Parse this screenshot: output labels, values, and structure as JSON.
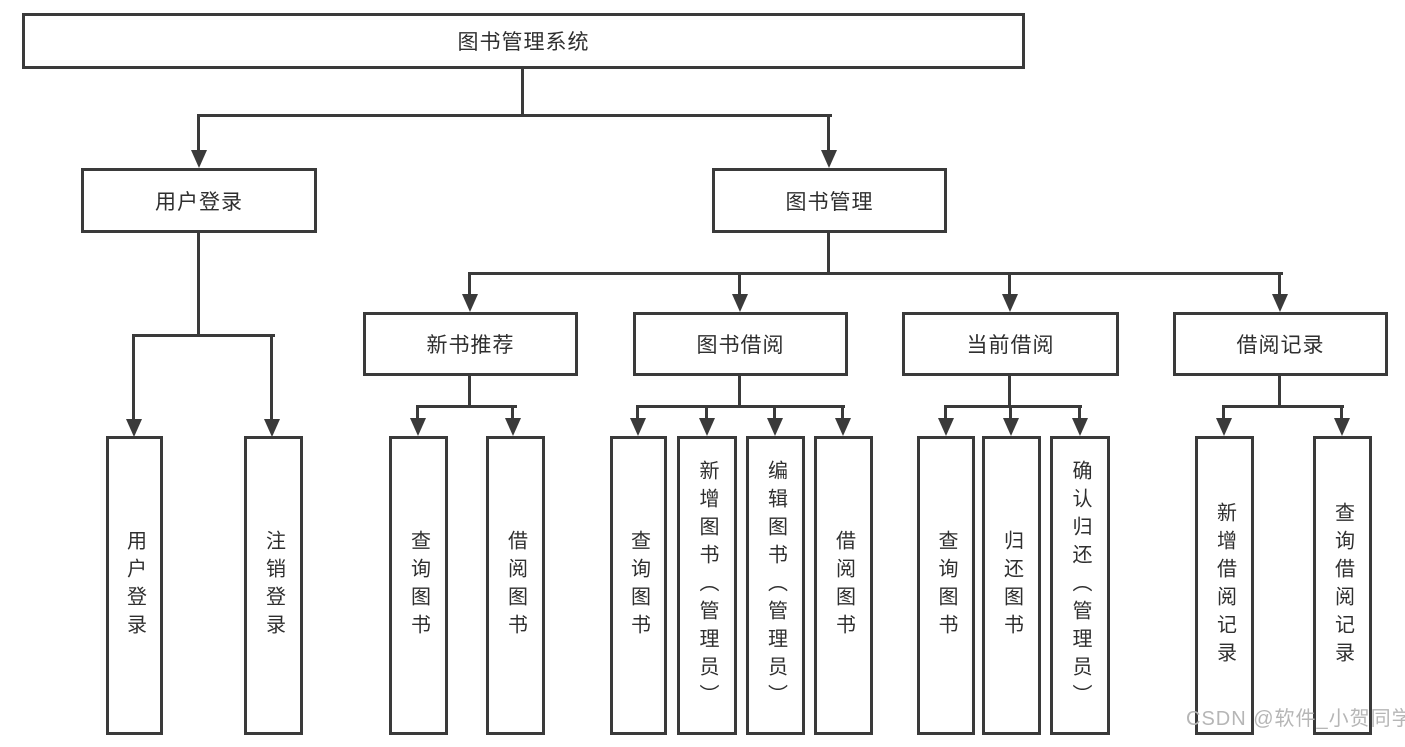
{
  "root": {
    "label": "图书管理系统"
  },
  "level2": {
    "user_login": {
      "label": "用户登录"
    },
    "book_mgmt": {
      "label": "图书管理"
    }
  },
  "level3": {
    "new_book_rec": {
      "label": "新书推荐"
    },
    "book_borrow": {
      "label": "图书借阅"
    },
    "current_borrow": {
      "label": "当前借阅"
    },
    "borrow_records": {
      "label": "借阅记录"
    }
  },
  "leaves": {
    "user_login": [
      "用户登录",
      "注销登录"
    ],
    "new_book_rec": [
      "查询图书",
      "借阅图书"
    ],
    "book_borrow": [
      "查询图书",
      "新增图书（管理员）",
      "编辑图书（管理员）",
      "借阅图书"
    ],
    "current_borrow": [
      "查询图书",
      "归还图书",
      "确认归还（管理员）"
    ],
    "borrow_records": [
      "新增借阅记录",
      "查询借阅记录"
    ]
  },
  "watermark": "CSDN @软件_小贺同学",
  "colors": {
    "line": "#3a3a3a",
    "background": "#ffffff",
    "watermark": "#b6b6b6"
  }
}
